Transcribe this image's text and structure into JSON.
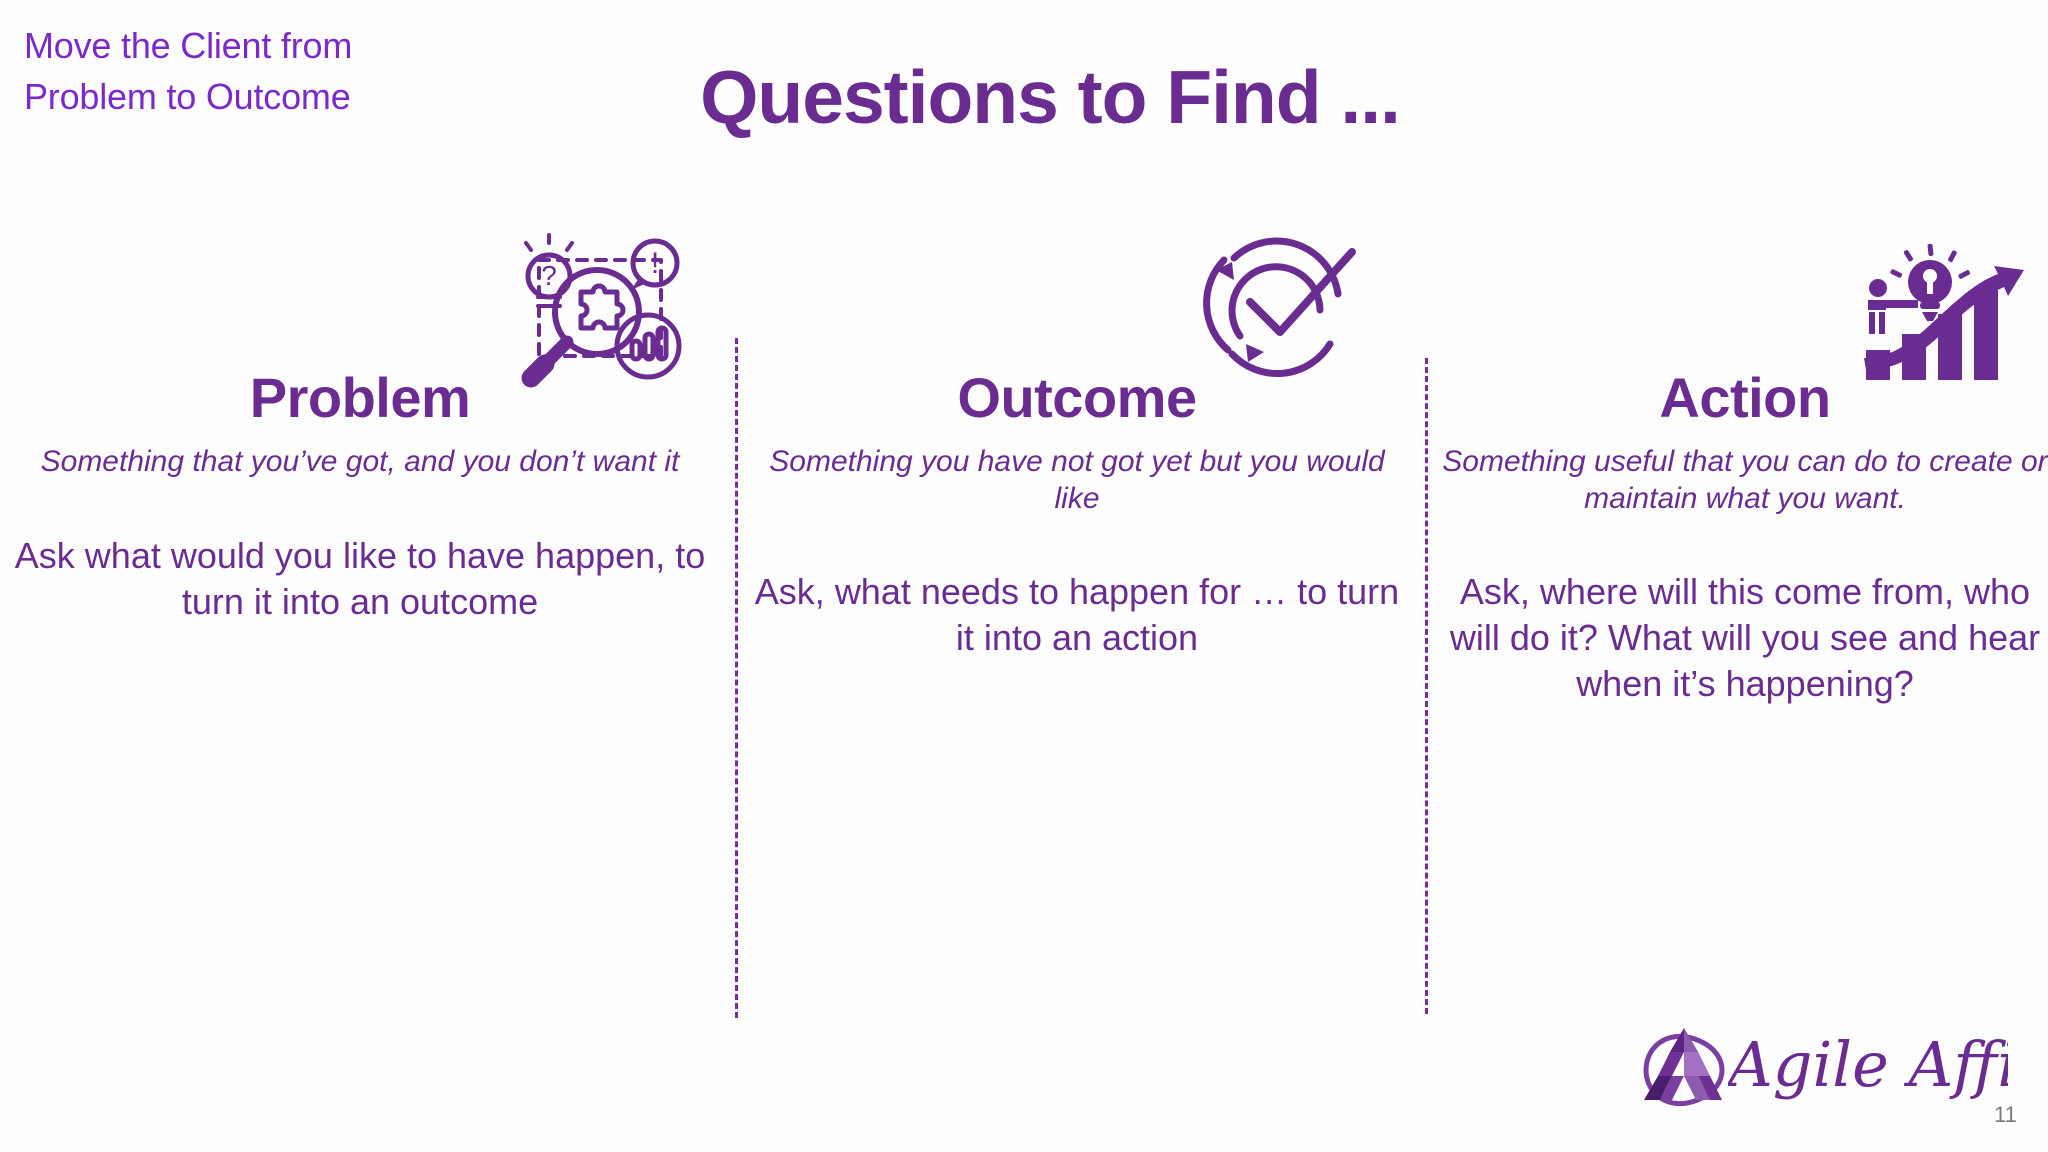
{
  "header": {
    "kicker": "Move the Client from Problem to Outcome",
    "title": "Questions to Find ..."
  },
  "columns": [
    {
      "heading": "Problem",
      "subtitle": "Something that you’ve got, and you don’t want it",
      "body": "Ask what would you like to have happen, to turn it into an outcome",
      "icon": "magnifier-puzzle-icon"
    },
    {
      "heading": "Outcome",
      "subtitle": "Something you have not got yet but you would like",
      "body": "Ask, what needs to happen for … to turn it into an action",
      "icon": "cycle-checkmark-icon"
    },
    {
      "heading": "Action",
      "subtitle": "Something useful that you can do to create or maintain what you want.",
      "body": "Ask, where will this come from, who will do it? What will you see and hear when it’s happening?",
      "icon": "growth-chart-idea-icon"
    }
  ],
  "footer": {
    "logo_text": "Agile Affinity",
    "page_number": "11"
  },
  "colors": {
    "heading_purple": "#6a2c91",
    "kicker_purple": "#7b2ac9",
    "divider_purple": "#7a2b9b",
    "logo_dark": "#4a1c6e",
    "logo_mid": "#7a3fa0",
    "logo_light": "#a370c4",
    "page_number_grey": "#7a7a7a"
  }
}
